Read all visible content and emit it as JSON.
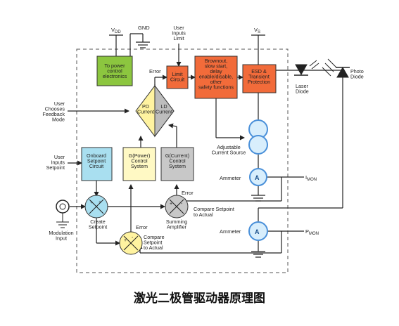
{
  "caption": "激光二极管驱动器原理图",
  "colors": {
    "green": "#8cc63f",
    "orange": "#f26b3a",
    "cyan": "#a9dff0",
    "yellow": "#fff9c4",
    "gray": "#c8c8c8",
    "blue": "#4a90d9"
  },
  "labels": {
    "vdd": "V",
    "vdd_sub": "DD",
    "gnd": "GND",
    "user_inputs_limit": [
      "User",
      "Inputs",
      "Limit"
    ],
    "vs": "V",
    "vs_sub": "S",
    "to_power": [
      "To power",
      "control",
      "electronics"
    ],
    "error1": "Error",
    "limit_circuit": [
      "Limit",
      "Circuit"
    ],
    "brownout": [
      "Brownout,",
      "slow start,",
      "delay",
      "enable/disable,",
      "other",
      "safety functions"
    ],
    "esd": [
      "ESD &",
      "Transient",
      "Protection"
    ],
    "laser_diode": [
      "Laser",
      "Diode"
    ],
    "photo_diode": [
      "Photo",
      "Diode"
    ],
    "user_chooses": [
      "User",
      "Chooses",
      "Feedback",
      "Mode"
    ],
    "pd_current": [
      "PD",
      "Current"
    ],
    "ld_current": [
      "LD",
      "Current"
    ],
    "adjustable": [
      "Adjustable",
      "Current Source"
    ],
    "user_inputs_setpoint": [
      "User",
      "Inputs",
      "Setpoint"
    ],
    "onboard": [
      "Onboard",
      "Setpoint",
      "Circuit"
    ],
    "gpower": [
      "G(Power)",
      "Control",
      "System"
    ],
    "gcurrent": [
      "G(Current)",
      "Control",
      "System"
    ],
    "ammeter1": "Ammeter",
    "ammeter2": "Ammeter",
    "a_symbol": "A",
    "imon": "I",
    "imon_sub": "MON",
    "pmon": "P",
    "pmon_sub": "MON",
    "error2": "Error",
    "error3": "Error",
    "compare1": [
      "Compare  Setpoint",
      "to Actual"
    ],
    "summing": [
      "Summing",
      "Amplifier"
    ],
    "modulation": [
      "Modulation",
      "Input"
    ],
    "create_setpoint": [
      "Create",
      "Setpoint"
    ],
    "compare2": [
      "Compare",
      "Setpoint",
      "to Actual"
    ],
    "plus": "+",
    "minus": "-"
  }
}
